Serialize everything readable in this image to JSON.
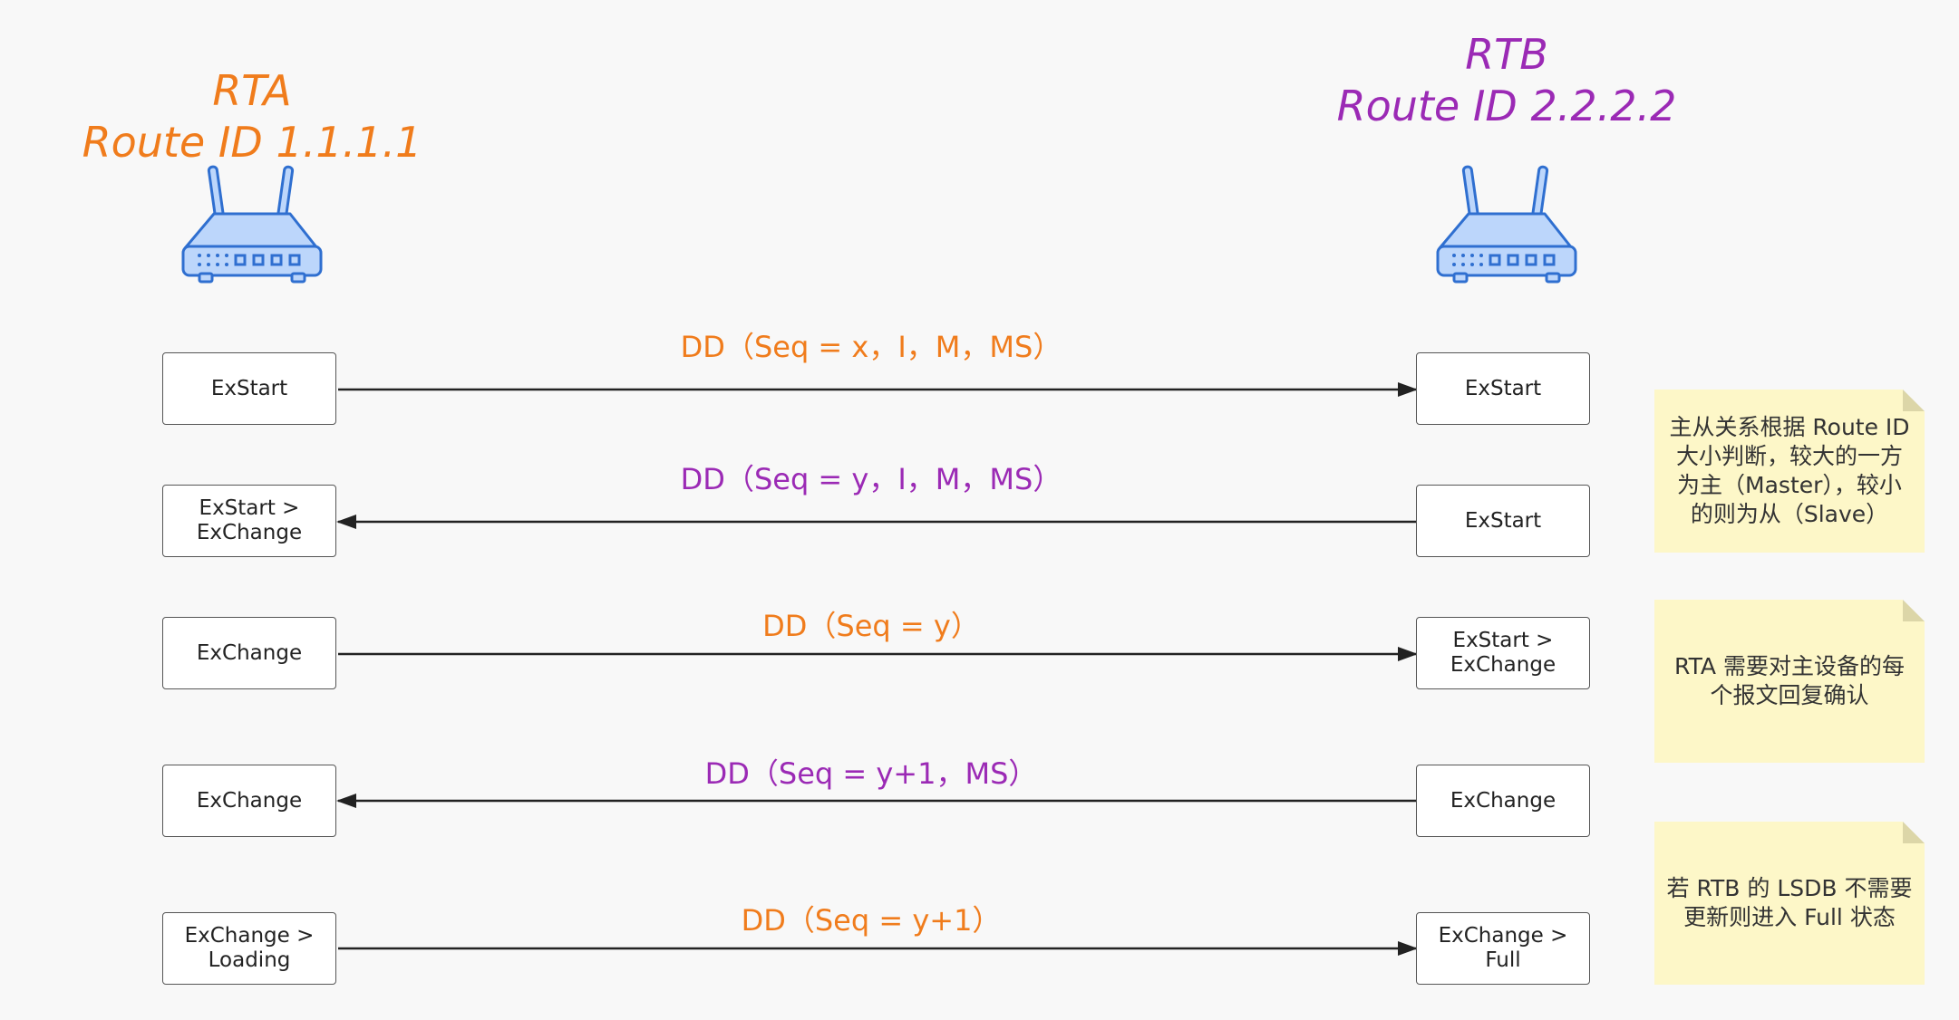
{
  "routers": {
    "rta": {
      "name": "RTA",
      "route_id": "Route ID 1.1.1.1",
      "color": "#f07c1c"
    },
    "rtb": {
      "name": "RTB",
      "route_id": "Route ID 2.2.2.2",
      "color": "#9b2ab5"
    }
  },
  "steps": [
    {
      "left": [
        "ExStart"
      ],
      "right": [
        "ExStart"
      ],
      "label": "DD（Seq = x，I，M，MS）",
      "direction": "right",
      "color": "#f07c1c"
    },
    {
      "left": [
        "ExStart >",
        "ExChange"
      ],
      "right": [
        "ExStart"
      ],
      "label": "DD（Seq = y，I，M，MS）",
      "direction": "left",
      "color": "#9b2ab5"
    },
    {
      "left": [
        "ExChange"
      ],
      "right": [
        "ExStart >",
        "ExChange"
      ],
      "label": "DD（Seq = y）",
      "direction": "right",
      "color": "#f07c1c"
    },
    {
      "left": [
        "ExChange"
      ],
      "right": [
        "ExChange"
      ],
      "label": "DD（Seq = y+1，MS）",
      "direction": "left",
      "color": "#9b2ab5"
    },
    {
      "left": [
        "ExChange >",
        "Loading"
      ],
      "right": [
        "ExChange >",
        "Full"
      ],
      "label": "DD（Seq = y+1）",
      "direction": "right",
      "color": "#f07c1c"
    }
  ],
  "notes": [
    {
      "lines": [
        "主从关系根据 Route ID",
        "大小判断，较大的一方",
        "为主（Master），较小",
        "的则为从（Slave）"
      ]
    },
    {
      "lines": [
        "RTA 需要对主设备的每",
        "个报文回复确认"
      ]
    },
    {
      "lines": [
        "若 RTB 的 LSDB 不需要",
        "更新则进入 Full 状态"
      ]
    }
  ]
}
